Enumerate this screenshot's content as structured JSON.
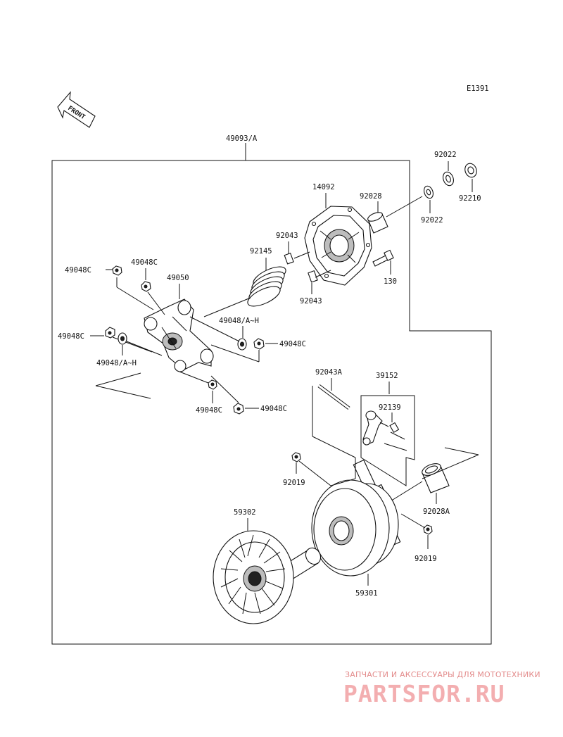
{
  "diagram_code": "E1391",
  "front_label": "FRONT",
  "parts": {
    "p49093": "49093/A",
    "p92022_top": "92022",
    "p92210": "92210",
    "p92022_mid": "92022",
    "p14092": "14092",
    "p92028": "92028",
    "p92043_top": "92043",
    "p92145": "92145",
    "p130": "130",
    "p92043_bot": "92043",
    "p49048c_left_top": "49048C",
    "p49048c_top": "49048C",
    "p49050": "49050",
    "p49048ah_right": "49048/A~H",
    "p49048c_left": "49048C",
    "p49048c_right": "49048C",
    "p49048ah_left": "49048/A~H",
    "p49048c_bottom": "49048C",
    "p49048c_bottom_right": "49048C",
    "p92043a": "92043A",
    "p39152": "39152",
    "p92139": "92139",
    "p92019_left": "92019",
    "p92028a": "92028A",
    "p59302": "59302",
    "p92019_right": "92019",
    "p59301": "59301"
  },
  "watermark": {
    "line1": "ЗАПЧАСТИ И АКСЕССУАРЫ ДЛЯ МОТОТЕХНИКИ",
    "line2": "PARTSFOR.RU"
  }
}
